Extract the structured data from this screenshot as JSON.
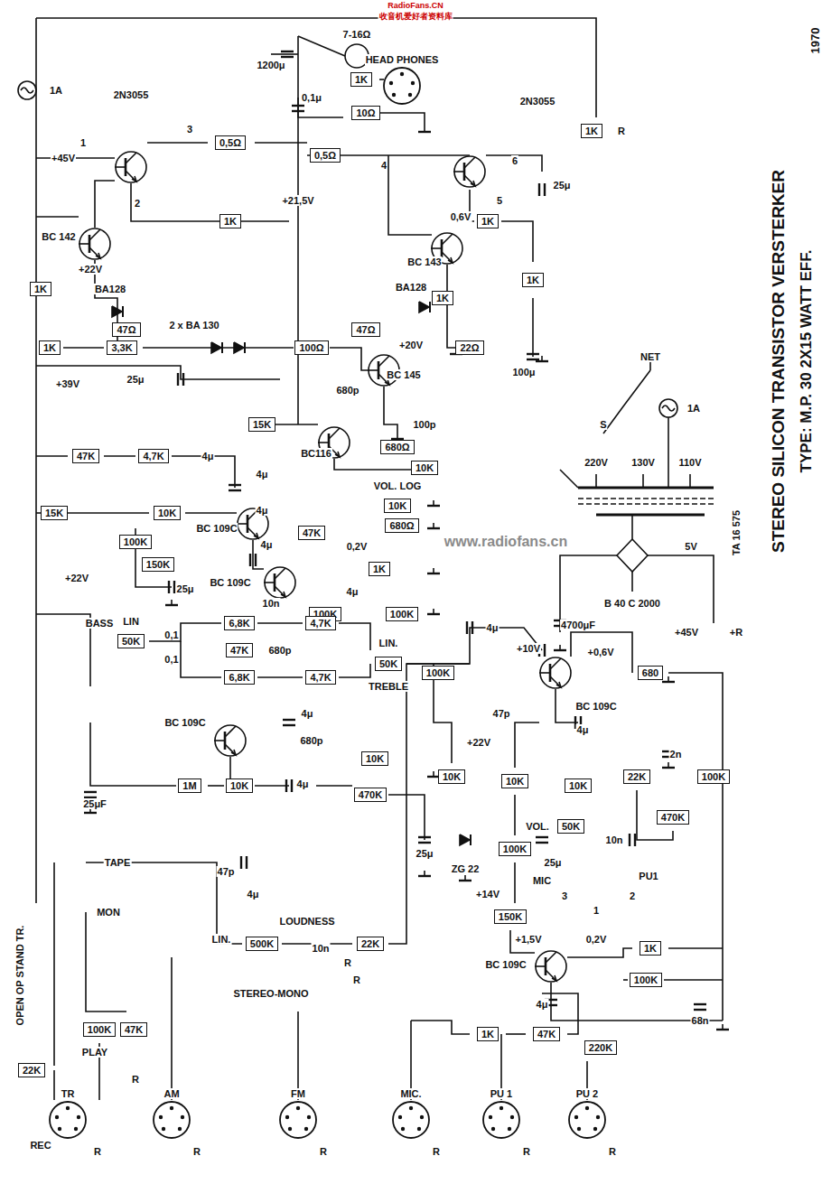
{
  "diagram": {
    "title": "STEREO SILICON TRANSISTOR VERSTERKER",
    "caption": "TYPE: M.P. 30 2X15 WATT EFF.",
    "nodes": [
      {
        "text": [
          "0,5Ω"
        ]
      },
      {
        "text": [
          "0,5Ω"
        ]
      },
      {
        "text": [
          "1K"
        ]
      },
      {
        "text": [
          "10Ω"
        ]
      },
      {
        "text": [
          "1K"
        ]
      },
      {
        "text": [
          "1K"
        ]
      },
      {
        "text": [
          "1K"
        ]
      },
      {
        "text": [
          "1K"
        ]
      },
      {
        "text": [
          "47Ω"
        ]
      },
      {
        "text": [
          "1K"
        ]
      },
      {
        "text": [
          "3,3K"
        ]
      },
      {
        "text": [
          "1K"
        ]
      },
      {
        "text": [
          "22Ω"
        ]
      },
      {
        "text": [
          "1K"
        ]
      },
      {
        "text": [
          "47Ω"
        ]
      },
      {
        "text": [
          "100Ω"
        ]
      },
      {
        "text": [
          "680Ω"
        ]
      },
      {
        "text": [
          "15K"
        ]
      },
      {
        "text": [
          "47K"
        ]
      },
      {
        "text": [
          "4,7K"
        ]
      },
      {
        "text": [
          "10K"
        ]
      },
      {
        "text": [
          "10K"
        ]
      },
      {
        "text": [
          "680Ω"
        ]
      },
      {
        "text": [
          "15K"
        ]
      },
      {
        "text": [
          "10K"
        ]
      },
      {
        "text": [
          "100K"
        ]
      },
      {
        "text": [
          "47K"
        ]
      },
      {
        "text": [
          "150K"
        ]
      },
      {
        "text": [
          "1K"
        ]
      },
      {
        "text": [
          "100K"
        ]
      },
      {
        "text": [
          "100K"
        ]
      },
      {
        "text": [
          "50K"
        ]
      },
      {
        "text": [
          "6,8K"
        ]
      },
      {
        "text": [
          "4,7K"
        ]
      },
      {
        "text": [
          "47K"
        ]
      },
      {
        "text": [
          "6,8K"
        ]
      },
      {
        "text": [
          "4,7K"
        ]
      },
      {
        "text": [
          "50K"
        ]
      },
      {
        "text": [
          "100K"
        ]
      },
      {
        "text": [
          "680"
        ]
      },
      {
        "text": [
          "10K"
        ]
      },
      {
        "text": [
          "1M"
        ]
      },
      {
        "text": [
          "10K"
        ]
      },
      {
        "text": [
          "470K"
        ]
      },
      {
        "text": [
          "10K"
        ]
      },
      {
        "text": [
          "10K"
        ]
      },
      {
        "text": [
          "10K"
        ]
      },
      {
        "text": [
          "22K"
        ]
      },
      {
        "text": [
          "470K"
        ]
      },
      {
        "text": [
          "100K"
        ]
      },
      {
        "text": [
          "50K"
        ]
      },
      {
        "text": [
          "100K"
        ]
      },
      {
        "text": [
          "150K"
        ]
      },
      {
        "text": [
          "1K"
        ]
      },
      {
        "text": [
          "100K"
        ]
      },
      {
        "text": [
          "500K"
        ]
      },
      {
        "text": [
          "22K"
        ]
      },
      {
        "text": [
          "22K"
        ]
      },
      {
        "text": [
          "100K"
        ]
      },
      {
        "text": [
          "47K"
        ]
      },
      {
        "text": [
          "1K"
        ]
      },
      {
        "text": [
          "47K"
        ]
      },
      {
        "text": [
          "220K"
        ]
      },
      {
        "text": [
          "HEAD PHONES"
        ]
      },
      {
        "text": [
          "TR"
        ]
      },
      {
        "text": [
          "AM"
        ]
      },
      {
        "text": [
          "FM"
        ]
      },
      {
        "text": [
          "MIC."
        ]
      },
      {
        "text": [
          "PU 1"
        ]
      },
      {
        "text": [
          "PU 2"
        ]
      }
    ],
    "labels": [
      "RadioFans.CN",
      "收音机爱好者资料库",
      "1970",
      "1A",
      "+45V",
      "1",
      "2N3055",
      "2",
      "3",
      "+21,5V",
      "1200μ",
      "0,1μ",
      "7-16Ω",
      "R",
      "2N3055",
      "4",
      "6",
      "5",
      "0,6V",
      "25μ",
      "BC 142",
      "+22V",
      "BA128",
      "2 x BA 130",
      "+39V",
      "25μ",
      "BC 143",
      "+20V",
      "BA128",
      "100μ",
      "680p",
      "BC 145",
      "100p",
      "BC116",
      "4μ",
      "4μ",
      "VOL. LOG",
      "4μ",
      "BC 109C",
      "4μ",
      "0,2V",
      "BC 109C",
      "25μ",
      "4μ",
      "+22V",
      "10n",
      "BASS",
      "LIN",
      "0,1",
      "0,1",
      "680p",
      "LIN.",
      "TREBLE",
      "4μ",
      "+10V",
      "+0,6V",
      "47p",
      "BC 109C",
      "4μ",
      "680p",
      "4μ",
      "25μF",
      "BC 109C",
      "4μ",
      "2n",
      "+22V",
      "25μ",
      "ZG 22",
      "25μ",
      "VOL.",
      "10n",
      "+14V",
      "MIC",
      "3",
      "2",
      "PU1",
      "1",
      "+1,5V",
      "0,2V",
      "BC 109C",
      "4μ",
      "68n",
      "OPEN OP STAND TR.",
      "TAPE",
      "47p",
      "4μ",
      "MON",
      "LOUDNESS",
      "LIN.",
      "10n",
      "R",
      "R",
      "STEREO-MONO",
      "PLAY",
      "REC",
      "R",
      "R",
      "R",
      "R",
      "R",
      "R",
      "R",
      "220V",
      "130V",
      "110V",
      "S",
      "NET",
      "1A",
      "TA 16 575",
      "B 40 C 2000",
      "5V",
      "4700μF",
      "+45V",
      "+R",
      "www.radiofans.cn"
    ]
  }
}
